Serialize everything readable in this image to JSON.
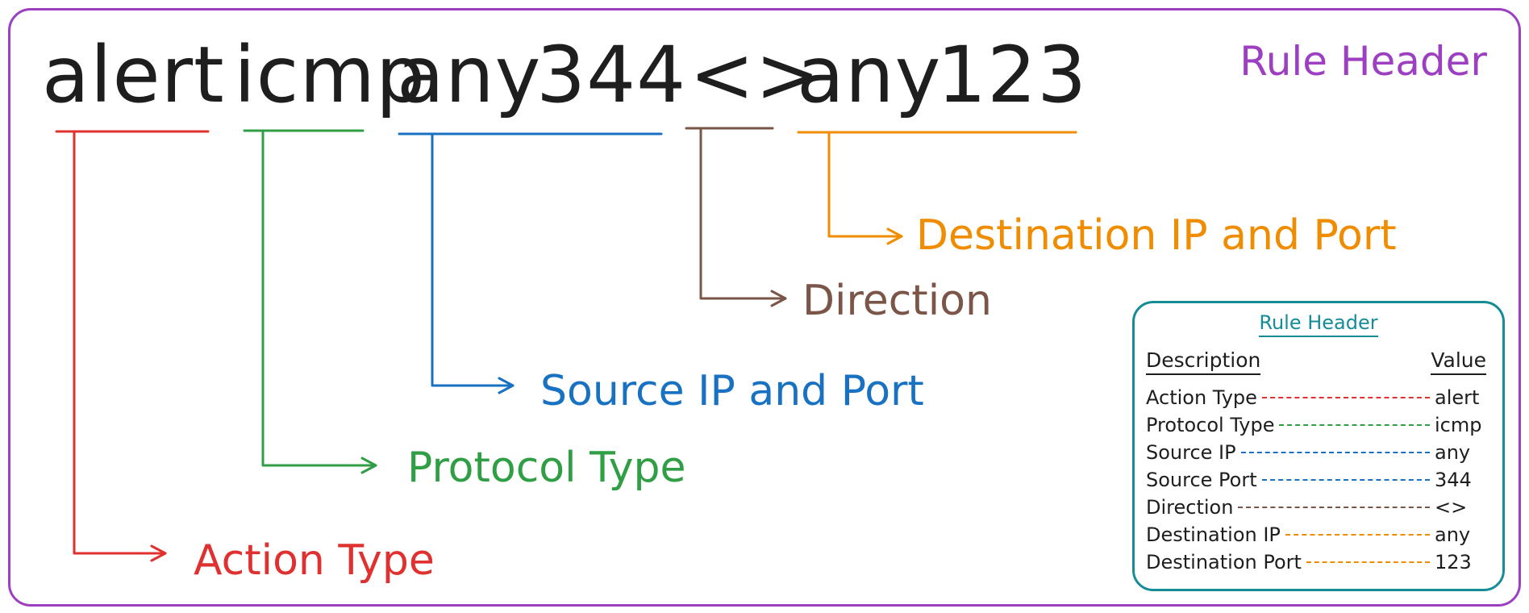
{
  "header_label": "Rule Header",
  "rule_tokens": {
    "action": "alert",
    "protocol": "icmp",
    "source_ip": "any",
    "source_port": "344",
    "direction": "<>",
    "destination_ip": "any",
    "destination_port": "123"
  },
  "callouts": {
    "destination": "Destination IP and Port",
    "direction": "Direction",
    "source": "Source IP and Port",
    "protocol": "Protocol Type",
    "action": "Action Type"
  },
  "colors": {
    "frame": "#9c3fc0",
    "text": "#1e1e1e",
    "action": "#e03131",
    "protocol": "#2f9e44",
    "source": "#1971c2",
    "direction": "#7a5548",
    "destination": "#f08c00",
    "legend": "#168c97"
  },
  "legend": {
    "title": "Rule Header",
    "col_description": "Description",
    "col_value": "Value",
    "rows": [
      {
        "description": "Action Type",
        "value": "alert",
        "color": "#e03131"
      },
      {
        "description": "Protocol Type",
        "value": "icmp",
        "color": "#2f9e44"
      },
      {
        "description": "Source IP",
        "value": "any",
        "color": "#1971c2"
      },
      {
        "description": "Source Port",
        "value": "344",
        "color": "#1971c2"
      },
      {
        "description": "Direction",
        "value": "<>",
        "color": "#7a5548"
      },
      {
        "description": "Destination IP",
        "value": "any",
        "color": "#f08c00"
      },
      {
        "description": "Destination Port",
        "value": "123",
        "color": "#f08c00"
      }
    ]
  }
}
